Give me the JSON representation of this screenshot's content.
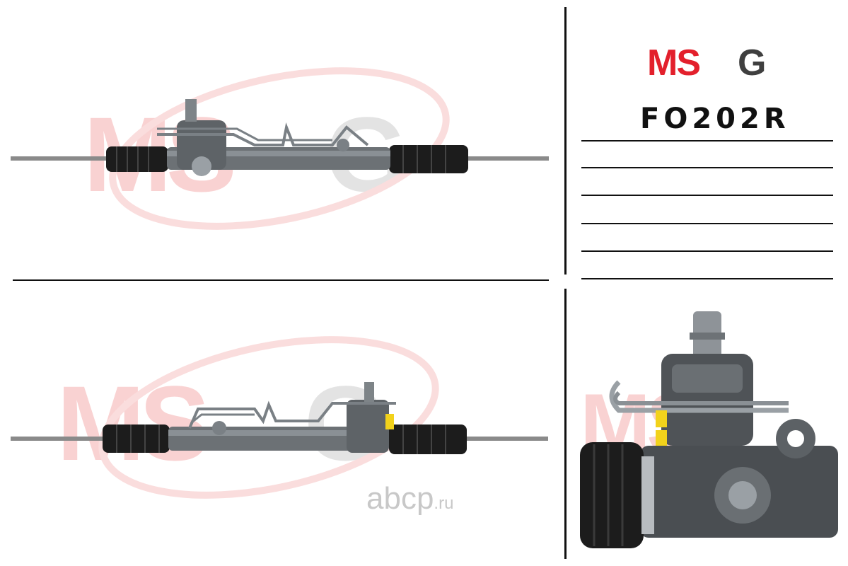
{
  "brand": {
    "logo_text": "MSG",
    "accent_color": "#e3202c",
    "secondary_color": "#4a4a4a"
  },
  "product": {
    "part_number": "FO202R"
  },
  "watermark": {
    "logo_text": "MSG",
    "site_text": "abcp",
    "site_tld": ".ru"
  },
  "images": [
    {
      "name": "steering-rack-front-view"
    },
    {
      "name": "steering-rack-rear-view"
    },
    {
      "name": "steering-rack-detail-view"
    }
  ]
}
